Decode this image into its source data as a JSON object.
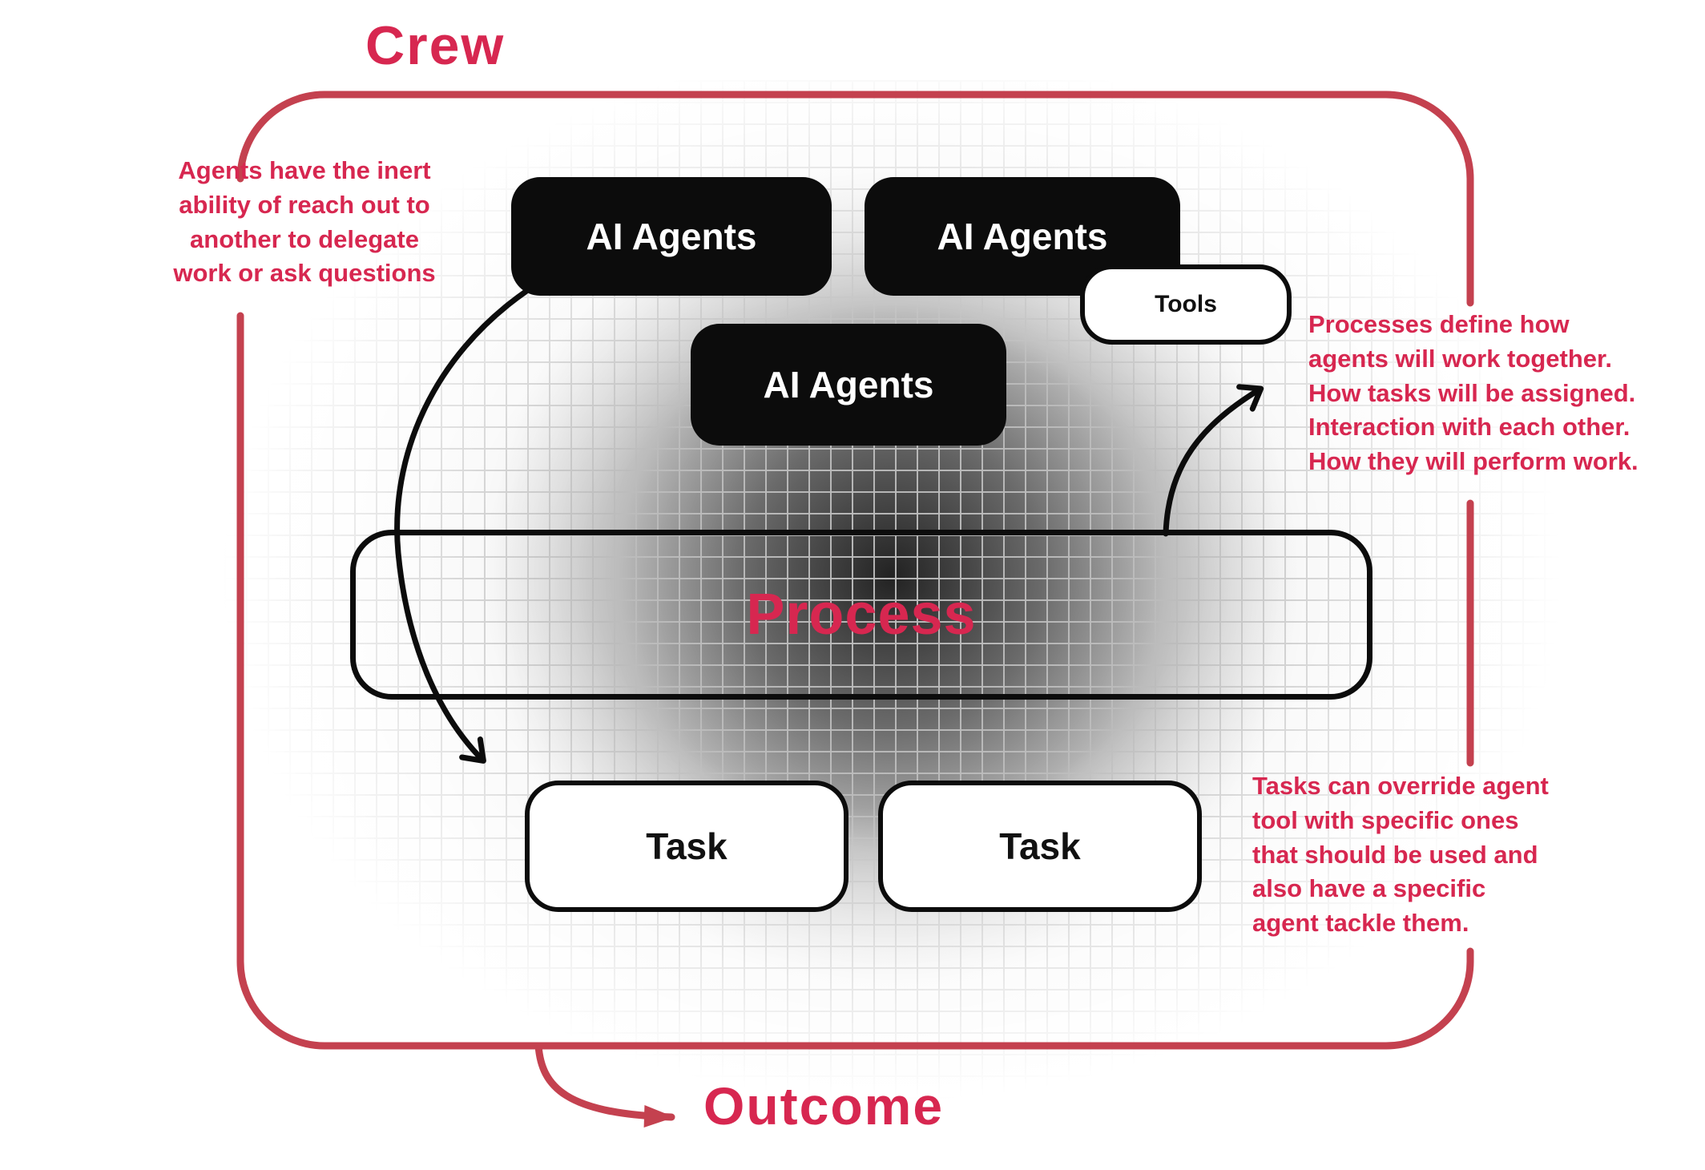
{
  "diagram": {
    "title": "Crew",
    "outcome_label": "Outcome",
    "nodes": {
      "agent1": {
        "label": "AI Agents"
      },
      "agent2": {
        "label": "AI Agents"
      },
      "agent3": {
        "label": "AI Agents"
      },
      "tools": {
        "label": "Tools"
      },
      "process": {
        "label": "Process"
      },
      "task1": {
        "label": "Task"
      },
      "task2": {
        "label": "Task"
      }
    },
    "annotations": {
      "agents_note": {
        "lines": [
          "Agents have the inert",
          "ability of reach out to",
          "another to delegate",
          "work or ask questions"
        ]
      },
      "process_note": {
        "lines": [
          "Processes define how",
          "agents will work together.",
          "How tasks will be assigned.",
          "Interaction with each other.",
          "How they will perform work."
        ]
      },
      "tasks_note": {
        "lines": [
          "Tasks can override agent",
          "tool with specific ones",
          "that should be used and",
          "also have a specific",
          "agent tackle them."
        ]
      }
    },
    "icons": {
      "delegation_arrow": "curved-arrow-down-right",
      "process_note_arrow": "curved-arrow-up-right",
      "outcome_arrow": "curved-arrow-right"
    },
    "colors": {
      "outline_red": "#C4414F",
      "accent_red": "#D72750",
      "node_black": "#0C0C0C",
      "grid_line": "#BCBCBC"
    }
  }
}
